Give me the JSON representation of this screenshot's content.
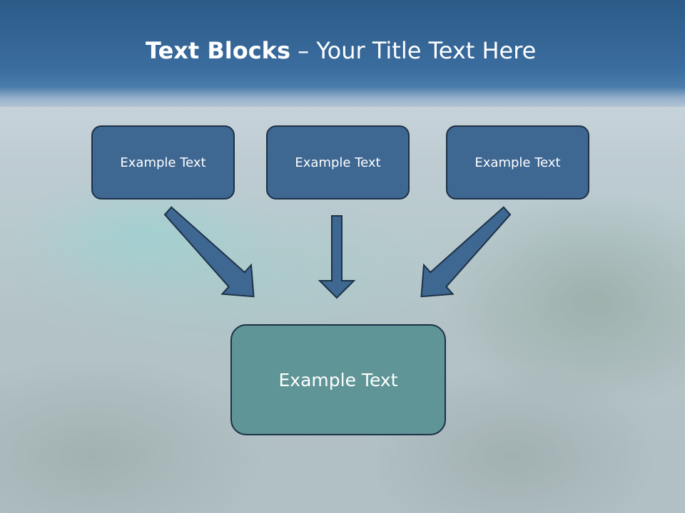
{
  "slide": {
    "title_bold": "Text Blocks",
    "title_separator": " – ",
    "title_rest": "Your Title Text Here"
  },
  "diagram": {
    "top_blocks": [
      {
        "label": "Example Text"
      },
      {
        "label": "Example Text"
      },
      {
        "label": "Example Text"
      }
    ],
    "main_block": {
      "label": "Example Text"
    }
  },
  "colors": {
    "title_bar": "#3a6c9e",
    "top_block_fill": "#3e6792",
    "main_block_fill": "#5f9597",
    "outline": "#1d3146",
    "arrow_fill": "#3e6792"
  }
}
